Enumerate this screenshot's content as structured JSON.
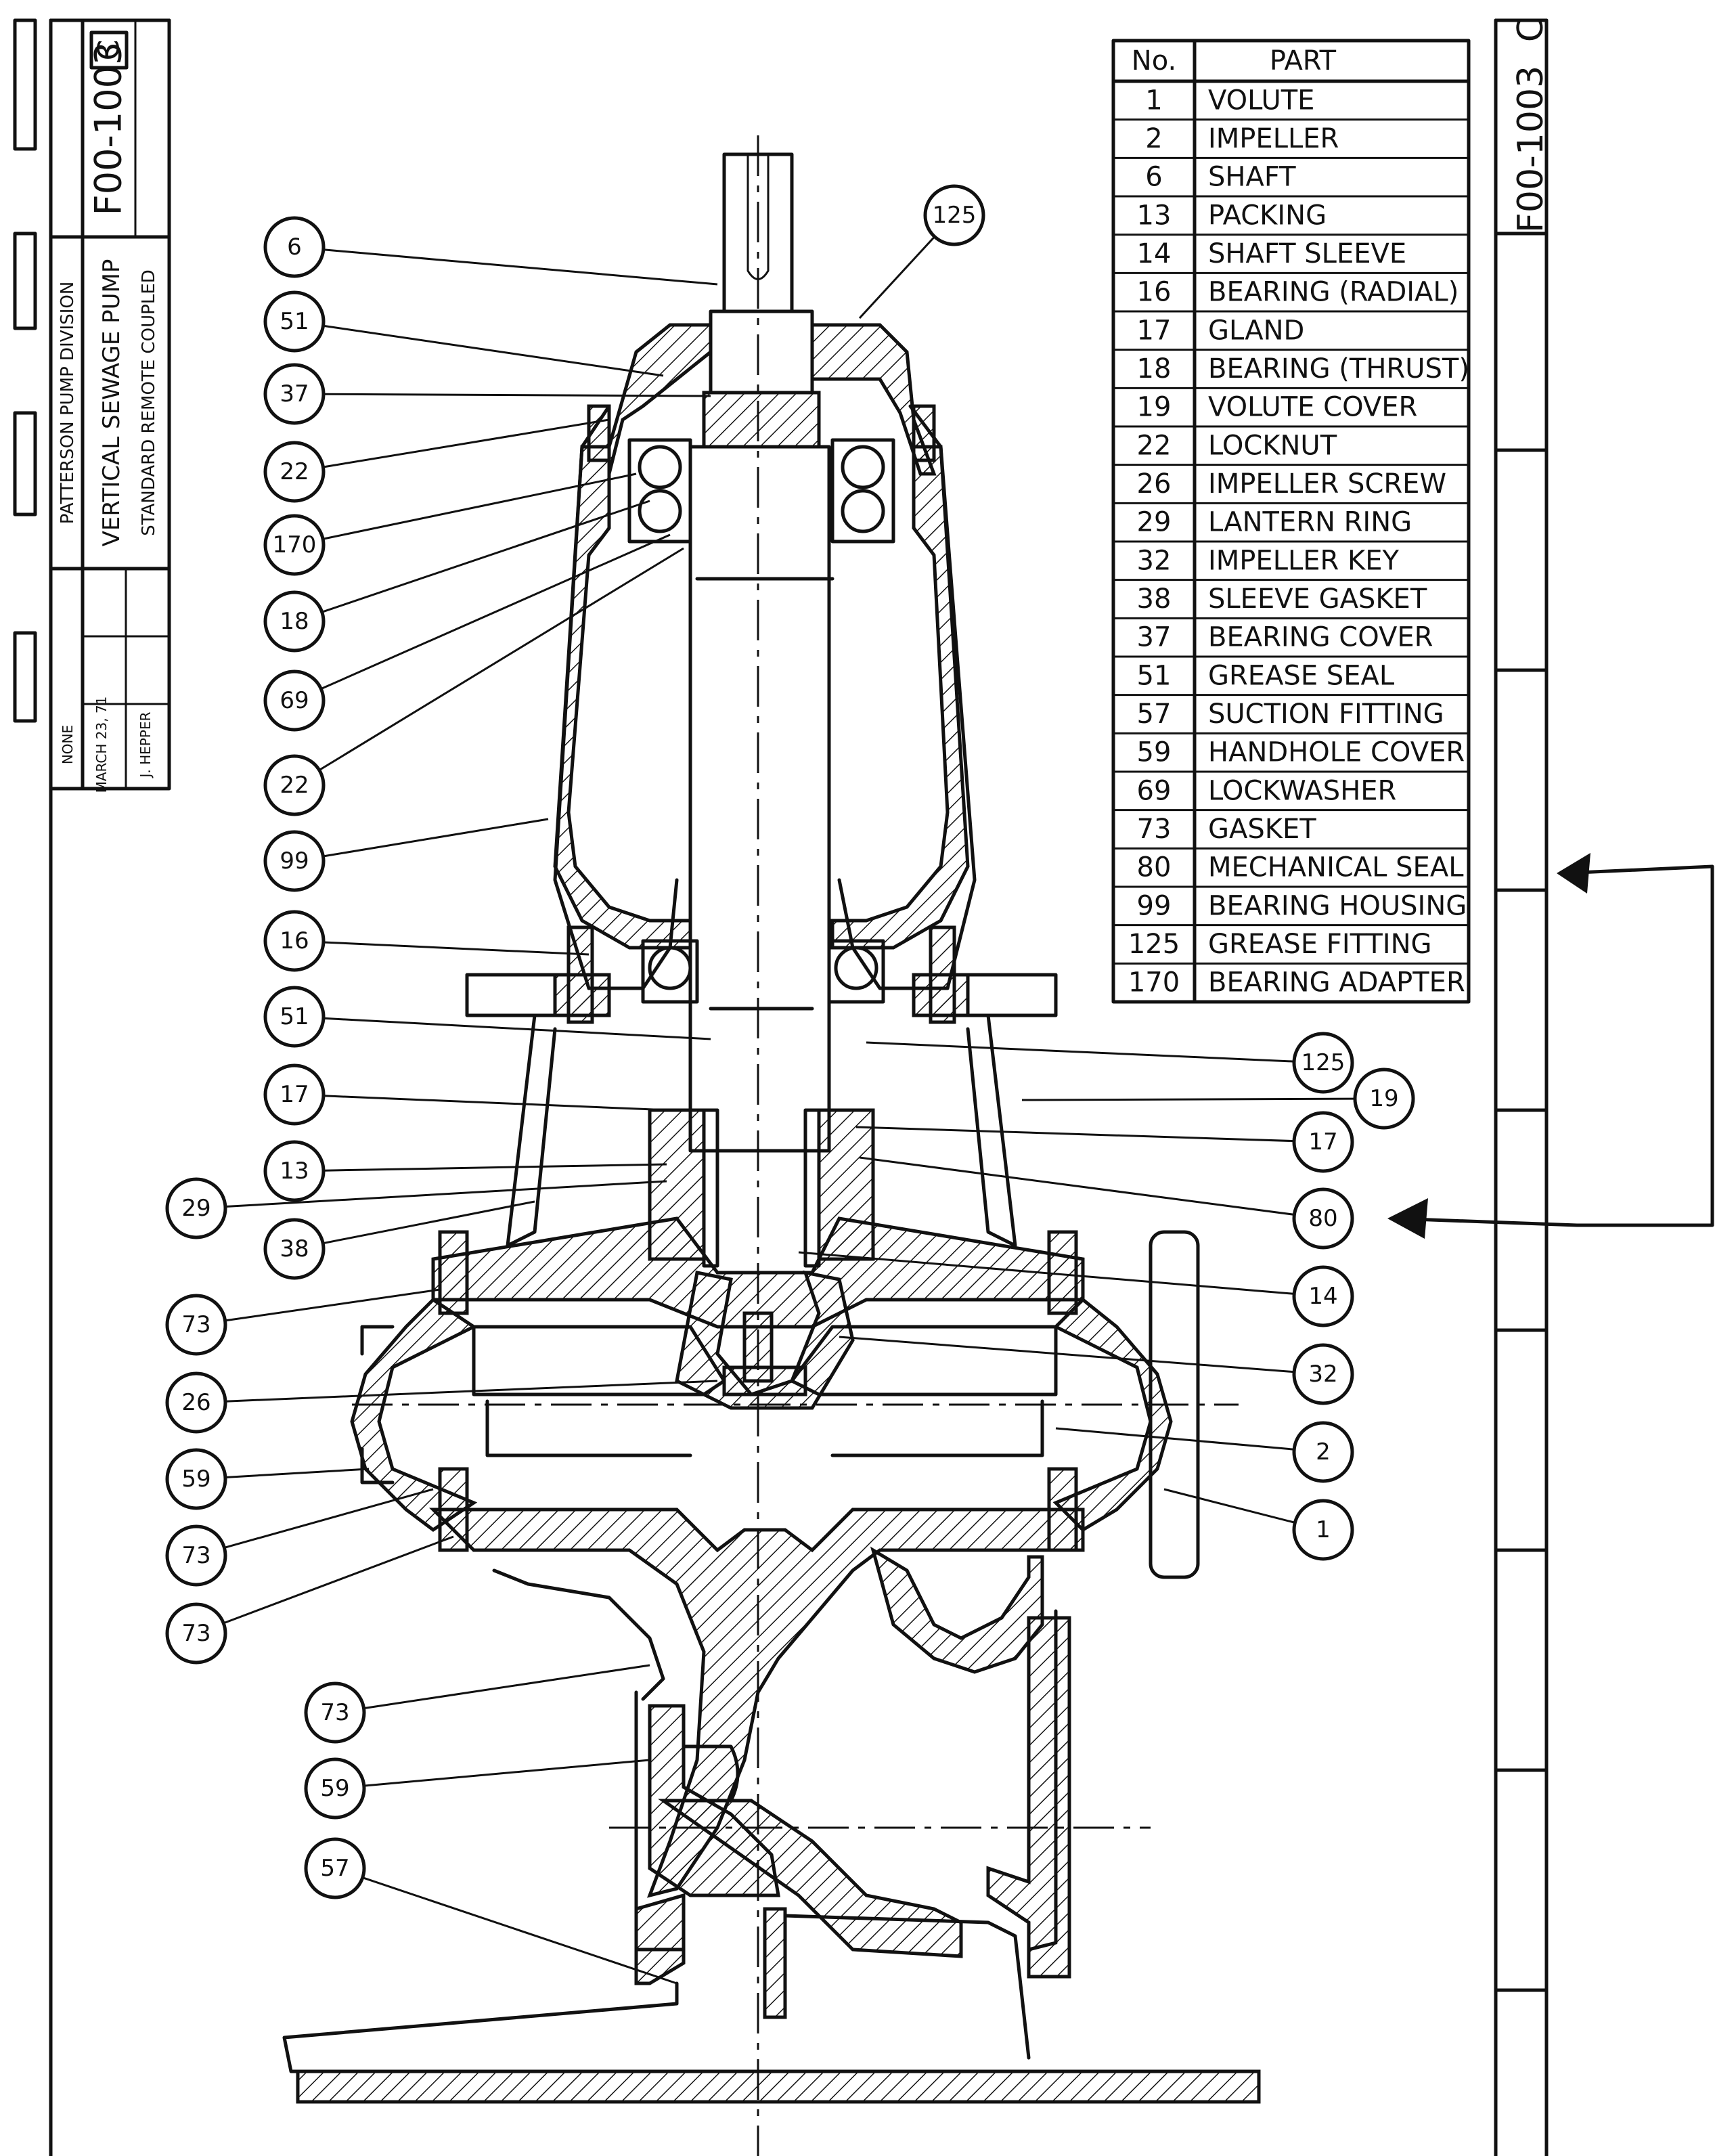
{
  "title_block": {
    "division": "PATTERSON PUMP DIVISION",
    "title_line1": "VERTICAL SEWAGE PUMP",
    "title_line2": "STANDARD REMOTE COUPLED",
    "drawing_number": "F00-1003",
    "revision": "C",
    "scale": "NONE",
    "date": "MARCH 23, 71",
    "drawn_by": "J. HEPPER"
  },
  "side_strip": {
    "drawing_number": "F00-1003",
    "revision": "C"
  },
  "parts_table": {
    "header_no": "No.",
    "header_part": "PART",
    "rows": [
      {
        "no": "1",
        "part": "VOLUTE"
      },
      {
        "no": "2",
        "part": "IMPELLER"
      },
      {
        "no": "6",
        "part": "SHAFT"
      },
      {
        "no": "13",
        "part": "PACKING"
      },
      {
        "no": "14",
        "part": "SHAFT SLEEVE"
      },
      {
        "no": "16",
        "part": "BEARING (RADIAL)"
      },
      {
        "no": "17",
        "part": "GLAND"
      },
      {
        "no": "18",
        "part": "BEARING (THRUST)"
      },
      {
        "no": "19",
        "part": "VOLUTE COVER"
      },
      {
        "no": "22",
        "part": "LOCKNUT"
      },
      {
        "no": "26",
        "part": "IMPELLER SCREW"
      },
      {
        "no": "29",
        "part": "LANTERN RING"
      },
      {
        "no": "32",
        "part": "IMPELLER KEY"
      },
      {
        "no": "38",
        "part": "SLEEVE GASKET"
      },
      {
        "no": "37",
        "part": "BEARING COVER"
      },
      {
        "no": "51",
        "part": "GREASE SEAL"
      },
      {
        "no": "57",
        "part": "SUCTION FITTING"
      },
      {
        "no": "59",
        "part": "HANDHOLE COVER"
      },
      {
        "no": "69",
        "part": "LOCKWASHER"
      },
      {
        "no": "73",
        "part": "GASKET"
      },
      {
        "no": "80",
        "part": "MECHANICAL SEAL"
      },
      {
        "no": "99",
        "part": "BEARING HOUSING"
      },
      {
        "no": "125",
        "part": "GREASE FITTING"
      },
      {
        "no": "170",
        "part": "BEARING ADAPTER"
      }
    ]
  },
  "callouts": [
    "6",
    "51",
    "37",
    "22",
    "170",
    "18",
    "69",
    "22",
    "99",
    "16",
    "51",
    "17",
    "13",
    "29",
    "38",
    "73",
    "26",
    "59",
    "73",
    "73",
    "73",
    "59",
    "57",
    "125",
    "125",
    "19",
    "17",
    "80",
    "14",
    "32",
    "2",
    "1"
  ]
}
